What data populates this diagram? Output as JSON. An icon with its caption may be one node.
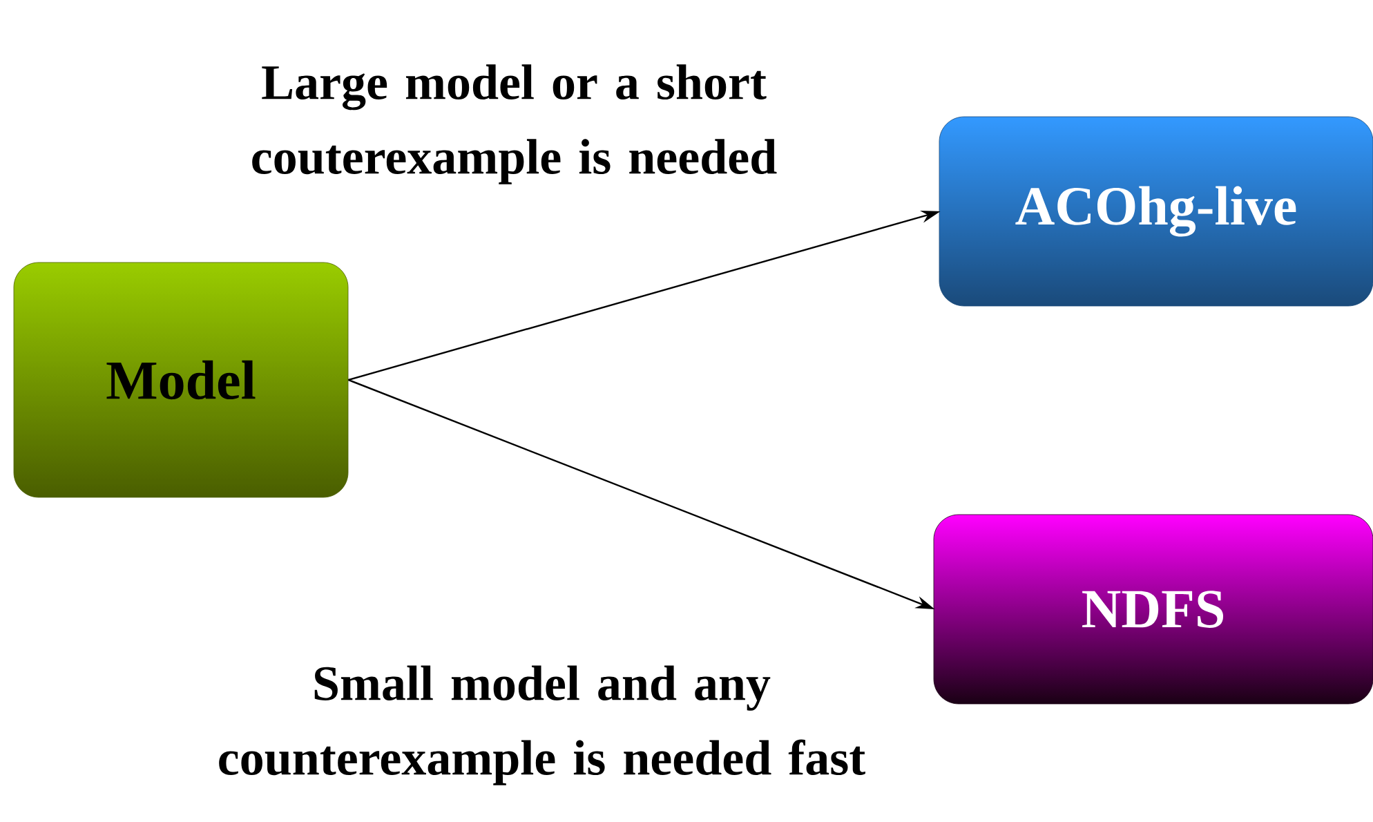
{
  "diagram": {
    "nodes": [
      {
        "text": [
          "Model"
        ]
      },
      {
        "text": [
          "ACOhg-live"
        ]
      },
      {
        "text": [
          "NDFS"
        ]
      }
    ],
    "edges": [
      {
        "from": 0,
        "to": 1,
        "arrow": "to",
        "label": "Large model or a short couterexample is needed"
      },
      {
        "from": 0,
        "to": 2,
        "arrow": "to",
        "label": "Small model and any counterexample is needed fast"
      }
    ]
  }
}
